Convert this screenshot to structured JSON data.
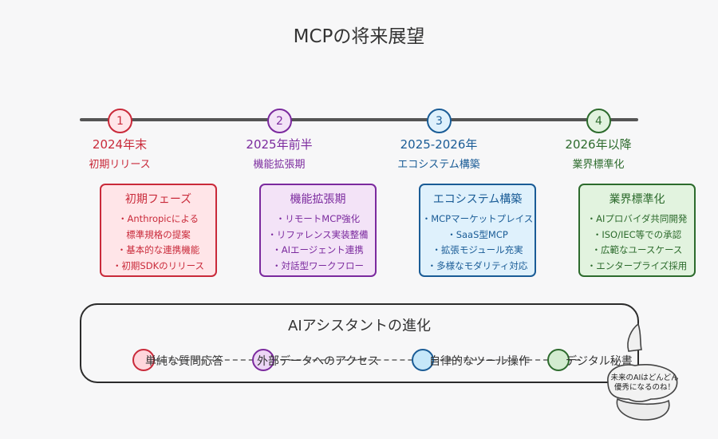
{
  "title": "MCPの将来展望",
  "phases": [
    {
      "number": "1",
      "date": "2024年末",
      "phase": "初期リリース",
      "card_title": "初期フェーズ",
      "items": [
        "・Anthropicによる",
        "標準規格の提案",
        "・基本的な連携機能",
        "・初期SDKのリリース"
      ],
      "color": "#c92a3a",
      "fill": "#ffe5e8"
    },
    {
      "number": "2",
      "date": "2025年前半",
      "phase": "機能拡張期",
      "card_title": "機能拡張期",
      "items": [
        "・リモートMCP強化",
        "・リファレンス実装整備",
        "・AIエージェント連携",
        "・対話型ワークフロー"
      ],
      "color": "#7b2a9e",
      "fill": "#f3e3f7"
    },
    {
      "number": "3",
      "date": "2025-2026年",
      "phase": "エコシステム構築",
      "card_title": "エコシステム構築",
      "items": [
        "・MCPマーケットプレイス",
        "・SaaS型MCP",
        "・拡張モジュール充実",
        "・多様なモダリティ対応"
      ],
      "color": "#1a5c96",
      "fill": "#dff1fc"
    },
    {
      "number": "4",
      "date": "2026年以降",
      "phase": "業界標準化",
      "card_title": "業界標準化",
      "items": [
        "・AIプロバイダ共同開発",
        "・ISO/IEC等での承認",
        "・広範なユースケース",
        "・エンタープライズ採用"
      ],
      "color": "#2d6b2d",
      "fill": "#e2f3df"
    }
  ],
  "evolution": {
    "title": "AIアシスタントの進化",
    "stages": [
      {
        "label": "単純な質問応答",
        "color": "#c92a3a",
        "fill": "#ffd6dc"
      },
      {
        "label": "外部データへのアクセス",
        "color": "#7b2a9e",
        "fill": "#ecd6f5"
      },
      {
        "label": "自律的なツール操作",
        "color": "#1a5c96",
        "fill": "#c6e7f9"
      },
      {
        "label": "デジタル秘書",
        "color": "#2d6b2d",
        "fill": "#d3ecd0"
      }
    ]
  },
  "mascot": {
    "speech_line1": "未来のAIはどんどん",
    "speech_line2": "優秀になるのね！"
  }
}
